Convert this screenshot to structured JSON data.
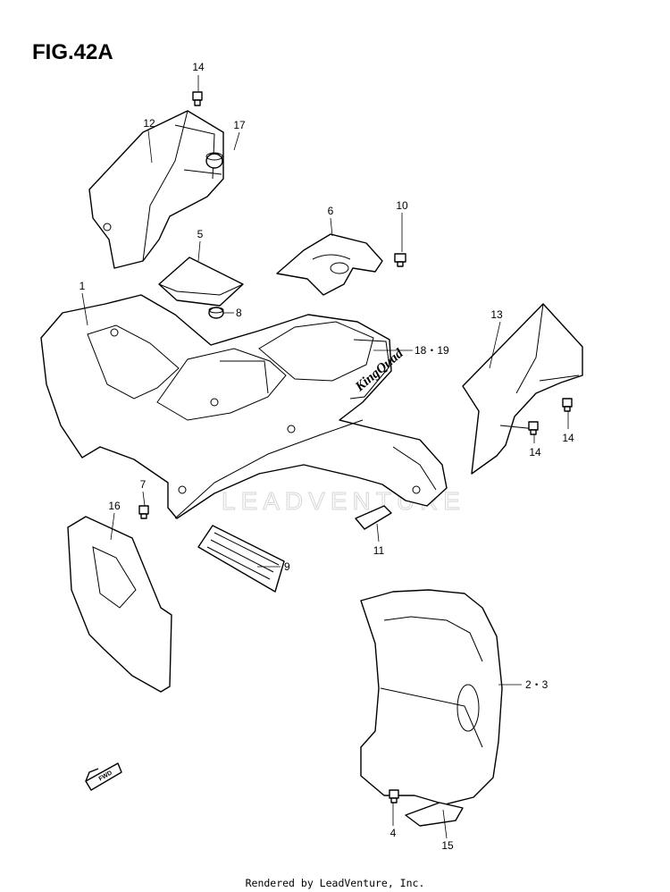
{
  "figure_title": "FIG.42A",
  "footer_text": "Rendered by LeadVenture, Inc.",
  "watermark_text": "LEADVENTURE",
  "fwd_label": "FWD",
  "callouts": {
    "c1": "1",
    "c2_3": "2・3",
    "c4": "4",
    "c5": "5",
    "c6": "6",
    "c7": "7",
    "c8": "8",
    "c9": "9",
    "c10": "10",
    "c11": "11",
    "c12": "12",
    "c13": "13",
    "c14_top": "14",
    "c14_right": "14",
    "c14_mid": "14",
    "c15": "15",
    "c16": "16",
    "c17": "17",
    "c18_19": "18・19"
  }
}
